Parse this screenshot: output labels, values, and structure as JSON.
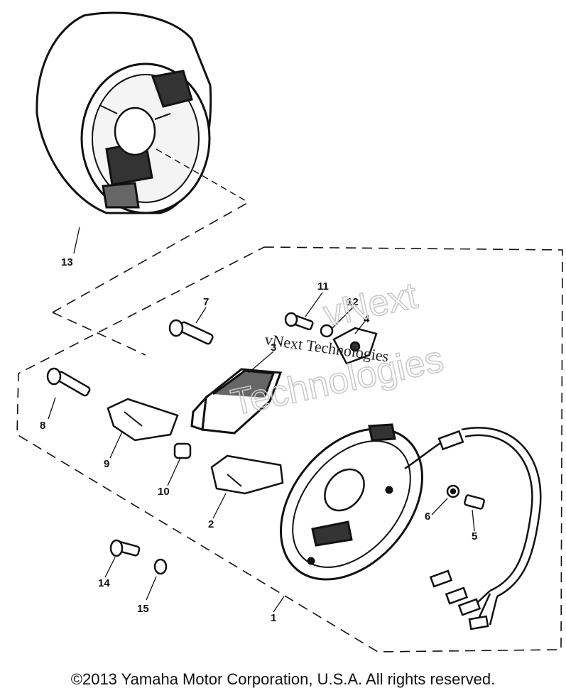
{
  "parts": {
    "p1": "1",
    "p2": "2",
    "p3": "3",
    "p4": "4",
    "p5": "5",
    "p6": "6",
    "p7": "7",
    "p8": "8",
    "p9": "9",
    "p10": "10",
    "p11": "11",
    "p12": "12",
    "p13": "13",
    "p14": "14",
    "p15": "15"
  },
  "watermark": {
    "text": "vNext Technologies",
    "outline_line1": "vNext",
    "outline_line2": "Technologies"
  },
  "copyright": "©2013 Yamaha Motor Corporation, U.S.A. All rights reserved."
}
